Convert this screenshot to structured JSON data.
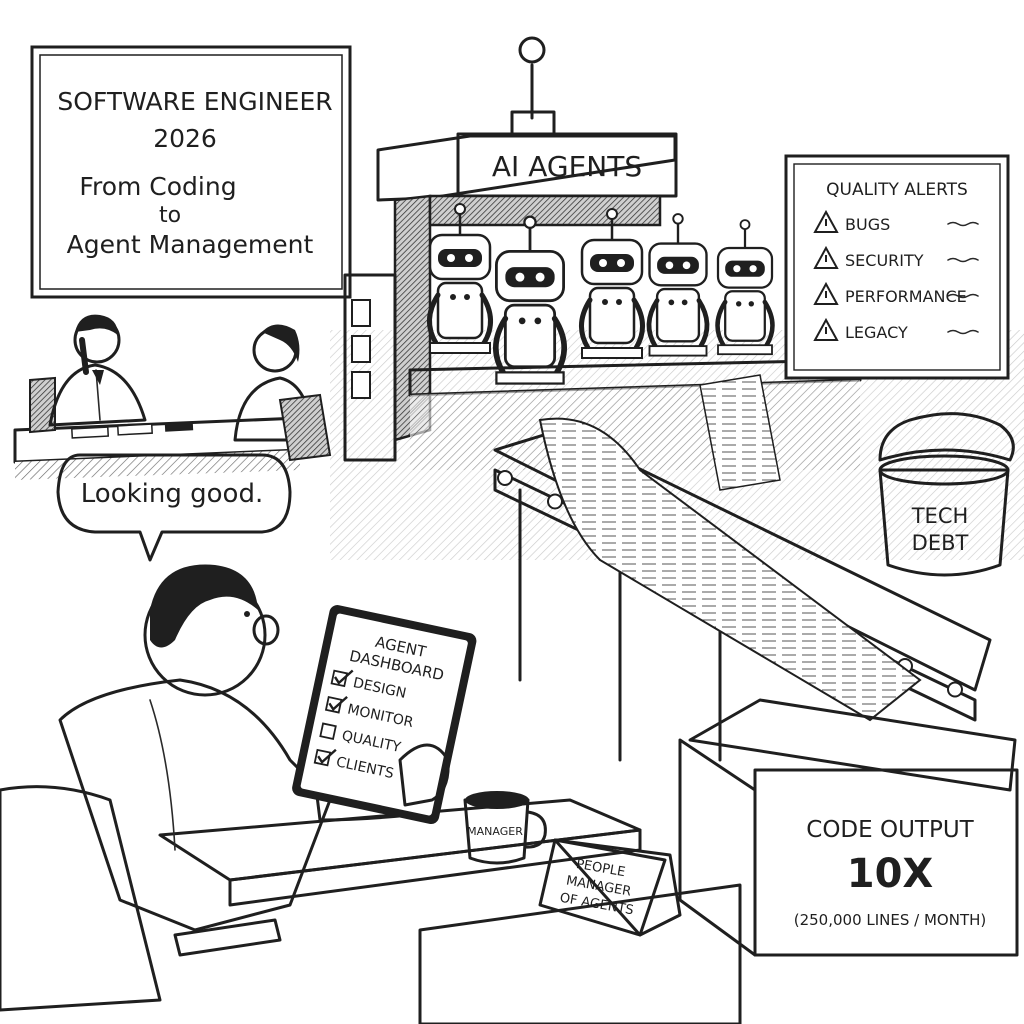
{
  "wall_sign": {
    "line1": "SOFTWARE ENGINEER",
    "line2": "2026",
    "line3": "From Coding",
    "line4": "to",
    "line5": "Agent Management"
  },
  "machine_sign": "AI AGENTS",
  "alerts_board": {
    "title": "QUALITY ALERTS",
    "items": [
      "BUGS",
      "SECURITY",
      "PERFORMANCE",
      "LEGACY"
    ]
  },
  "speech_bubble": "Looking good.",
  "tablet": {
    "title_line1": "AGENT",
    "title_line2": "DASHBOARD",
    "items": [
      {
        "label": "DESIGN",
        "checked": true
      },
      {
        "label": "MONITOR",
        "checked": true
      },
      {
        "label": "QUALITY",
        "checked": false
      },
      {
        "label": "CLIENTS",
        "checked": true
      }
    ]
  },
  "mug_label": "MANAGER",
  "name_plate": {
    "line1": "PEOPLE",
    "line2": "MANAGER",
    "line3": "OF AGENTS"
  },
  "tech_debt_bin": {
    "line1": "TECH",
    "line2": "DEBT"
  },
  "output_box": {
    "line1": "CODE OUTPUT",
    "line2": "10X",
    "line3": "(250,000 LINES / MONTH)"
  }
}
